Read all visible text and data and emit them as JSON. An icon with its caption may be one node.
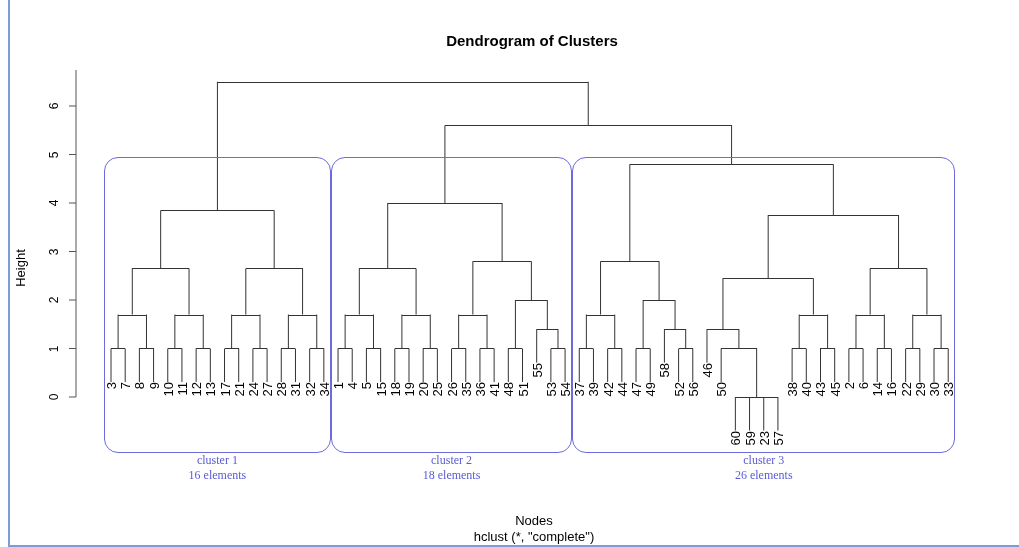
{
  "diagram": {
    "title": "Dendrogram of Clusters",
    "nodes": [
      {
        "text": [],
        "shape": "bar"
      },
      {
        "text": [],
        "shape": "bar"
      },
      {
        "text": [
          "cluster 1",
          "16 elements"
        ]
      },
      {
        "text": [],
        "shape": "bar",
        "in": 2
      },
      {
        "text": [],
        "shape": "bar",
        "in": 2
      },
      {
        "text": [],
        "shape": "bar",
        "in": 2
      },
      {
        "text": [],
        "shape": "bar",
        "in": 2
      },
      {
        "text": [],
        "shape": "bar",
        "in": 2
      },
      {
        "text": [],
        "shape": "bar",
        "in": 2
      },
      {
        "text": [],
        "shape": "bar",
        "in": 2
      },
      {
        "text": [],
        "shape": "bar",
        "in": 2
      },
      {
        "text": [],
        "shape": "bar",
        "in": 2
      },
      {
        "text": [],
        "shape": "bar",
        "in": 2
      },
      {
        "text": [],
        "shape": "bar",
        "in": 2
      },
      {
        "text": [],
        "shape": "bar",
        "in": 2
      },
      {
        "text": [],
        "shape": "bar",
        "in": 2
      },
      {
        "text": [],
        "shape": "bar",
        "in": 2
      },
      {
        "text": [],
        "shape": "bar",
        "in": 2
      },
      {
        "text": [
          "3"
        ],
        "in": 2
      },
      {
        "text": [
          "7"
        ],
        "in": 2
      },
      {
        "text": [
          "8"
        ],
        "in": 2
      },
      {
        "text": [
          "9"
        ],
        "in": 2
      },
      {
        "text": [
          "10"
        ],
        "in": 2
      },
      {
        "text": [
          "11"
        ],
        "in": 2
      },
      {
        "text": [
          "12"
        ],
        "in": 2
      },
      {
        "text": [
          "13"
        ],
        "in": 2
      },
      {
        "text": [
          "17"
        ],
        "in": 2
      },
      {
        "text": [
          "21"
        ],
        "in": 2
      },
      {
        "text": [
          "24"
        ],
        "in": 2
      },
      {
        "text": [
          "27"
        ],
        "in": 2
      },
      {
        "text": [
          "28"
        ],
        "in": 2
      },
      {
        "text": [
          "31"
        ],
        "in": 2
      },
      {
        "text": [
          "32"
        ],
        "in": 2
      },
      {
        "text": [
          "34"
        ],
        "in": 2
      },
      {
        "text": [
          "cluster 2",
          "18 elements"
        ]
      },
      {
        "text": [],
        "shape": "bar",
        "in": 34
      },
      {
        "text": [],
        "shape": "bar",
        "in": 34
      },
      {
        "text": [],
        "shape": "bar",
        "in": 34
      },
      {
        "text": [],
        "shape": "bar",
        "in": 34
      },
      {
        "text": [],
        "shape": "bar",
        "in": 34
      },
      {
        "text": [],
        "shape": "bar",
        "in": 34
      },
      {
        "text": [],
        "shape": "bar",
        "in": 34
      },
      {
        "text": [],
        "shape": "bar",
        "in": 34
      },
      {
        "text": [],
        "shape": "bar",
        "in": 34
      },
      {
        "text": [],
        "shape": "bar",
        "in": 34
      },
      {
        "text": [],
        "shape": "bar",
        "in": 34
      },
      {
        "text": [],
        "shape": "bar",
        "in": 34
      },
      {
        "text": [],
        "shape": "bar",
        "in": 34
      },
      {
        "text": [],
        "shape": "bar",
        "in": 34
      },
      {
        "text": [],
        "shape": "bar",
        "in": 34
      },
      {
        "text": [],
        "shape": "bar",
        "in": 34
      },
      {
        "text": [
          "1"
        ],
        "in": 34
      },
      {
        "text": [
          "4"
        ],
        "in": 34
      },
      {
        "text": [
          "5"
        ],
        "in": 34
      },
      {
        "text": [
          "15"
        ],
        "in": 34
      },
      {
        "text": [
          "18"
        ],
        "in": 34
      },
      {
        "text": [
          "19"
        ],
        "in": 34
      },
      {
        "text": [
          "20"
        ],
        "in": 34
      },
      {
        "text": [
          "25"
        ],
        "in": 34
      },
      {
        "text": [
          "26"
        ],
        "in": 34
      },
      {
        "text": [
          "35"
        ],
        "in": 34
      },
      {
        "text": [
          "36"
        ],
        "in": 34
      },
      {
        "text": [
          "41"
        ],
        "in": 34
      },
      {
        "text": [
          "48"
        ],
        "in": 34
      },
      {
        "text": [
          "51"
        ],
        "in": 34
      },
      {
        "text": [
          "55"
        ],
        "in": 34
      },
      {
        "text": [
          "53"
        ],
        "in": 34
      },
      {
        "text": [
          "54"
        ],
        "in": 34
      },
      {
        "text": [
          "cluster 3",
          "26 elements"
        ]
      },
      {
        "text": [],
        "shape": "bar",
        "in": 68
      },
      {
        "text": [],
        "shape": "bar",
        "in": 68
      },
      {
        "text": [],
        "shape": "bar",
        "in": 68
      },
      {
        "text": [],
        "shape": "bar",
        "in": 68
      },
      {
        "text": [],
        "shape": "bar",
        "in": 68
      },
      {
        "text": [],
        "shape": "bar",
        "in": 68
      },
      {
        "text": [],
        "shape": "bar",
        "in": 68
      },
      {
        "text": [],
        "shape": "bar",
        "in": 68
      },
      {
        "text": [],
        "shape": "bar",
        "in": 68
      },
      {
        "text": [],
        "shape": "bar",
        "in": 68
      },
      {
        "text": [],
        "shape": "bar",
        "in": 68
      },
      {
        "text": [],
        "shape": "bar",
        "in": 68
      },
      {
        "text": [],
        "shape": "bar",
        "in": 68
      },
      {
        "text": [],
        "shape": "bar",
        "in": 68
      },
      {
        "text": [],
        "shape": "bar",
        "in": 68
      },
      {
        "text": [],
        "shape": "bar",
        "in": 68
      },
      {
        "text": [],
        "shape": "bar",
        "in": 68
      },
      {
        "text": [],
        "shape": "bar",
        "in": 68
      },
      {
        "text": [],
        "shape": "bar",
        "in": 68
      },
      {
        "text": [],
        "shape": "bar",
        "in": 68
      },
      {
        "text": [],
        "shape": "bar",
        "in": 68
      },
      {
        "text": [],
        "shape": "bar",
        "in": 68
      },
      {
        "text": [],
        "shape": "bar",
        "in": 68
      },
      {
        "text": [],
        "shape": "bar",
        "in": 68
      },
      {
        "text": [
          "37"
        ],
        "in": 68
      },
      {
        "text": [
          "39"
        ],
        "in": 68
      },
      {
        "text": [
          "42"
        ],
        "in": 68
      },
      {
        "text": [
          "44"
        ],
        "in": 68
      },
      {
        "text": [
          "47"
        ],
        "in": 68
      },
      {
        "text": [
          "49"
        ],
        "in": 68
      },
      {
        "text": [
          "58"
        ],
        "in": 68
      },
      {
        "text": [
          "52"
        ],
        "in": 68
      },
      {
        "text": [
          "56"
        ],
        "in": 68
      },
      {
        "text": [
          "46"
        ],
        "in": 68
      },
      {
        "text": [
          "50"
        ],
        "in": 68
      },
      {
        "text": [
          "60"
        ],
        "in": 68
      },
      {
        "text": [
          "59"
        ],
        "in": 68
      },
      {
        "text": [
          "23"
        ],
        "in": 68
      },
      {
        "text": [
          "57"
        ],
        "in": 68
      },
      {
        "text": [
          "38"
        ],
        "in": 68
      },
      {
        "text": [
          "40"
        ],
        "in": 68
      },
      {
        "text": [
          "43"
        ],
        "in": 68
      },
      {
        "text": [
          "45"
        ],
        "in": 68
      },
      {
        "text": [
          "2"
        ],
        "in": 68
      },
      {
        "text": [
          "6"
        ],
        "in": 68
      },
      {
        "text": [
          "14"
        ],
        "in": 68
      },
      {
        "text": [
          "16"
        ],
        "in": 68
      },
      {
        "text": [
          "22"
        ],
        "in": 68
      },
      {
        "text": [
          "29"
        ],
        "in": 68
      },
      {
        "text": [
          "30"
        ],
        "in": 68
      },
      {
        "text": [
          "33"
        ],
        "in": 68
      }
    ],
    "edges": [
      {
        "from": 0,
        "to": 3,
        "arrow": "none"
      },
      {
        "from": 0,
        "to": 1,
        "arrow": "none"
      },
      {
        "from": 1,
        "to": 35,
        "arrow": "none"
      },
      {
        "from": 1,
        "to": 69,
        "arrow": "none"
      },
      {
        "from": 3,
        "to": 4,
        "arrow": "none"
      },
      {
        "from": 3,
        "to": 5,
        "arrow": "none"
      },
      {
        "from": 4,
        "to": 6,
        "arrow": "none"
      },
      {
        "from": 4,
        "to": 7,
        "arrow": "none"
      },
      {
        "from": 5,
        "to": 8,
        "arrow": "none"
      },
      {
        "from": 5,
        "to": 9,
        "arrow": "none"
      },
      {
        "from": 6,
        "to": 10,
        "arrow": "none"
      },
      {
        "from": 6,
        "to": 11,
        "arrow": "none"
      },
      {
        "from": 7,
        "to": 12,
        "arrow": "none"
      },
      {
        "from": 7,
        "to": 13,
        "arrow": "none"
      },
      {
        "from": 8,
        "to": 14,
        "arrow": "none"
      },
      {
        "from": 8,
        "to": 15,
        "arrow": "none"
      },
      {
        "from": 9,
        "to": 16,
        "arrow": "none"
      },
      {
        "from": 9,
        "to": 17,
        "arrow": "none"
      },
      {
        "from": 10,
        "to": 18,
        "arrow": "none"
      },
      {
        "from": 10,
        "to": 19,
        "arrow": "none"
      },
      {
        "from": 11,
        "to": 20,
        "arrow": "none"
      },
      {
        "from": 11,
        "to": 21,
        "arrow": "none"
      },
      {
        "from": 12,
        "to": 22,
        "arrow": "none"
      },
      {
        "from": 12,
        "to": 23,
        "arrow": "none"
      },
      {
        "from": 13,
        "to": 24,
        "arrow": "none"
      },
      {
        "from": 13,
        "to": 25,
        "arrow": "none"
      },
      {
        "from": 14,
        "to": 26,
        "arrow": "none"
      },
      {
        "from": 14,
        "to": 27,
        "arrow": "none"
      },
      {
        "from": 15,
        "to": 28,
        "arrow": "none"
      },
      {
        "from": 15,
        "to": 29,
        "arrow": "none"
      },
      {
        "from": 16,
        "to": 30,
        "arrow": "none"
      },
      {
        "from": 16,
        "to": 31,
        "arrow": "none"
      },
      {
        "from": 17,
        "to": 32,
        "arrow": "none"
      },
      {
        "from": 17,
        "to": 33,
        "arrow": "none"
      },
      {
        "from": 35,
        "to": 36,
        "arrow": "none"
      },
      {
        "from": 35,
        "to": 37,
        "arrow": "none"
      },
      {
        "from": 36,
        "to": 38,
        "arrow": "none"
      },
      {
        "from": 36,
        "to": 39,
        "arrow": "none"
      },
      {
        "from": 37,
        "to": 40,
        "arrow": "none"
      },
      {
        "from": 37,
        "to": 41,
        "arrow": "none"
      },
      {
        "from": 38,
        "to": 42,
        "arrow": "none"
      },
      {
        "from": 38,
        "to": 43,
        "arrow": "none"
      },
      {
        "from": 39,
        "to": 44,
        "arrow": "none"
      },
      {
        "from": 39,
        "to": 45,
        "arrow": "none"
      },
      {
        "from": 40,
        "to": 46,
        "arrow": "none"
      },
      {
        "from": 40,
        "to": 47,
        "arrow": "none"
      },
      {
        "from": 41,
        "to": 48,
        "arrow": "none"
      },
      {
        "from": 41,
        "to": 49,
        "arrow": "none"
      },
      {
        "from": 42,
        "to": 51,
        "arrow": "none"
      },
      {
        "from": 42,
        "to": 52,
        "arrow": "none"
      },
      {
        "from": 43,
        "to": 53,
        "arrow": "none"
      },
      {
        "from": 43,
        "to": 54,
        "arrow": "none"
      },
      {
        "from": 44,
        "to": 55,
        "arrow": "none"
      },
      {
        "from": 44,
        "to": 56,
        "arrow": "none"
      },
      {
        "from": 45,
        "to": 57,
        "arrow": "none"
      },
      {
        "from": 45,
        "to": 58,
        "arrow": "none"
      },
      {
        "from": 46,
        "to": 59,
        "arrow": "none"
      },
      {
        "from": 46,
        "to": 60,
        "arrow": "none"
      },
      {
        "from": 47,
        "to": 61,
        "arrow": "none"
      },
      {
        "from": 47,
        "to": 62,
        "arrow": "none"
      },
      {
        "from": 48,
        "to": 63,
        "arrow": "none"
      },
      {
        "from": 48,
        "to": 64,
        "arrow": "none"
      },
      {
        "from": 49,
        "to": 65,
        "arrow": "none"
      },
      {
        "from": 49,
        "to": 50,
        "arrow": "none"
      },
      {
        "from": 50,
        "to": 66,
        "arrow": "none"
      },
      {
        "from": 50,
        "to": 67,
        "arrow": "none"
      },
      {
        "from": 69,
        "to": 70,
        "arrow": "none"
      },
      {
        "from": 69,
        "to": 71,
        "arrow": "none"
      },
      {
        "from": 70,
        "to": 72,
        "arrow": "none"
      },
      {
        "from": 70,
        "to": 73,
        "arrow": "none"
      },
      {
        "from": 71,
        "to": 74,
        "arrow": "none"
      },
      {
        "from": 71,
        "to": 75,
        "arrow": "none"
      },
      {
        "from": 72,
        "to": 76,
        "arrow": "none"
      },
      {
        "from": 72,
        "to": 77,
        "arrow": "none"
      },
      {
        "from": 73,
        "to": 78,
        "arrow": "none"
      },
      {
        "from": 73,
        "to": 79,
        "arrow": "none"
      },
      {
        "from": 74,
        "to": 80,
        "arrow": "none"
      },
      {
        "from": 74,
        "to": 81,
        "arrow": "none"
      },
      {
        "from": 75,
        "to": 82,
        "arrow": "none"
      },
      {
        "from": 75,
        "to": 83,
        "arrow": "none"
      },
      {
        "from": 76,
        "to": 93,
        "arrow": "none"
      },
      {
        "from": 76,
        "to": 94,
        "arrow": "none"
      },
      {
        "from": 77,
        "to": 95,
        "arrow": "none"
      },
      {
        "from": 77,
        "to": 96,
        "arrow": "none"
      },
      {
        "from": 78,
        "to": 97,
        "arrow": "none"
      },
      {
        "from": 78,
        "to": 98,
        "arrow": "none"
      },
      {
        "from": 79,
        "to": 99,
        "arrow": "none"
      },
      {
        "from": 79,
        "to": 84,
        "arrow": "none"
      },
      {
        "from": 84,
        "to": 100,
        "arrow": "none"
      },
      {
        "from": 84,
        "to": 101,
        "arrow": "none"
      },
      {
        "from": 80,
        "to": 102,
        "arrow": "none"
      },
      {
        "from": 80,
        "to": 85,
        "arrow": "none"
      },
      {
        "from": 85,
        "to": 103,
        "arrow": "none"
      },
      {
        "from": 85,
        "to": 92,
        "arrow": "none"
      },
      {
        "from": 92,
        "to": 104,
        "arrow": "none"
      },
      {
        "from": 92,
        "to": 105,
        "arrow": "none"
      },
      {
        "from": 92,
        "to": 106,
        "arrow": "none"
      },
      {
        "from": 92,
        "to": 107,
        "arrow": "none"
      },
      {
        "from": 81,
        "to": 86,
        "arrow": "none"
      },
      {
        "from": 81,
        "to": 87,
        "arrow": "none"
      },
      {
        "from": 82,
        "to": 88,
        "arrow": "none"
      },
      {
        "from": 82,
        "to": 89,
        "arrow": "none"
      },
      {
        "from": 83,
        "to": 90,
        "arrow": "none"
      },
      {
        "from": 83,
        "to": 91,
        "arrow": "none"
      },
      {
        "from": 86,
        "to": 108,
        "arrow": "none"
      },
      {
        "from": 86,
        "to": 109,
        "arrow": "none"
      },
      {
        "from": 87,
        "to": 110,
        "arrow": "none"
      },
      {
        "from": 87,
        "to": 111,
        "arrow": "none"
      },
      {
        "from": 88,
        "to": 112,
        "arrow": "none"
      },
      {
        "from": 88,
        "to": 113,
        "arrow": "none"
      },
      {
        "from": 89,
        "to": 114,
        "arrow": "none"
      },
      {
        "from": 89,
        "to": 115,
        "arrow": "none"
      },
      {
        "from": 90,
        "to": 116,
        "arrow": "none"
      },
      {
        "from": 90,
        "to": 117,
        "arrow": "none"
      },
      {
        "from": 91,
        "to": 118,
        "arrow": "none"
      },
      {
        "from": 91,
        "to": 119,
        "arrow": "none"
      }
    ],
    "labels": [
      "0",
      "1",
      "2",
      "3",
      "4",
      "5",
      "6",
      "Height",
      "Nodes",
      "hclust (*, \"complete\")"
    ]
  }
}
